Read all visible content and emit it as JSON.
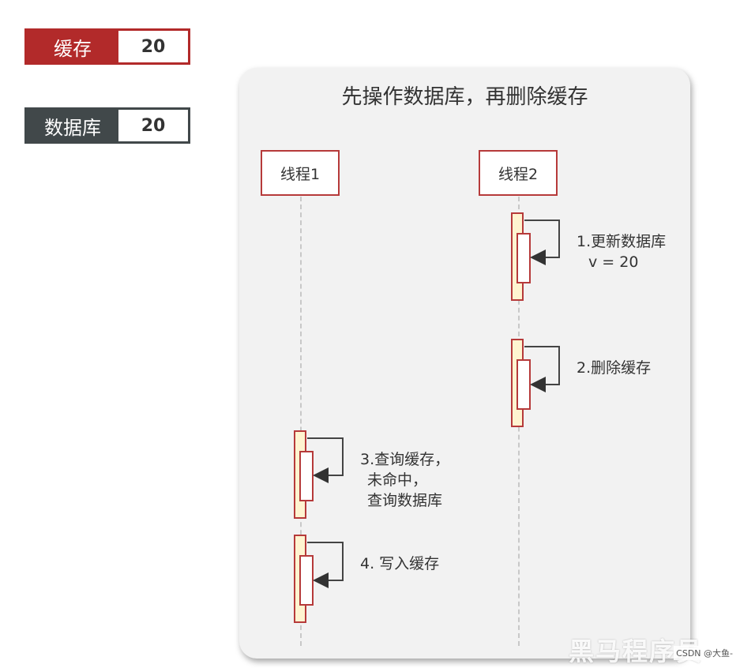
{
  "cache": {
    "label": "缓存",
    "value": "20"
  },
  "database": {
    "label": "数据库",
    "value": "20"
  },
  "diagram": {
    "title": "先操作数据库，再删除缓存",
    "actors": [
      "线程1",
      "线程2"
    ],
    "steps": {
      "s1": [
        "1.更新数据库",
        "v = 20"
      ],
      "s2": [
        "2.删除缓存"
      ],
      "s3": [
        "3.查询缓存，",
        "未命中，",
        "查询数据库"
      ],
      "s4": [
        "4. 写入缓存"
      ]
    }
  },
  "watermark": {
    "brand": "黑马程序员",
    "csdn": "CSDN @大鱼-"
  },
  "colors": {
    "cache_red": "#b22a2a",
    "db_gray": "#41484a",
    "activation_border": "#b63a3a",
    "activation_fill": "#fff4d0"
  }
}
